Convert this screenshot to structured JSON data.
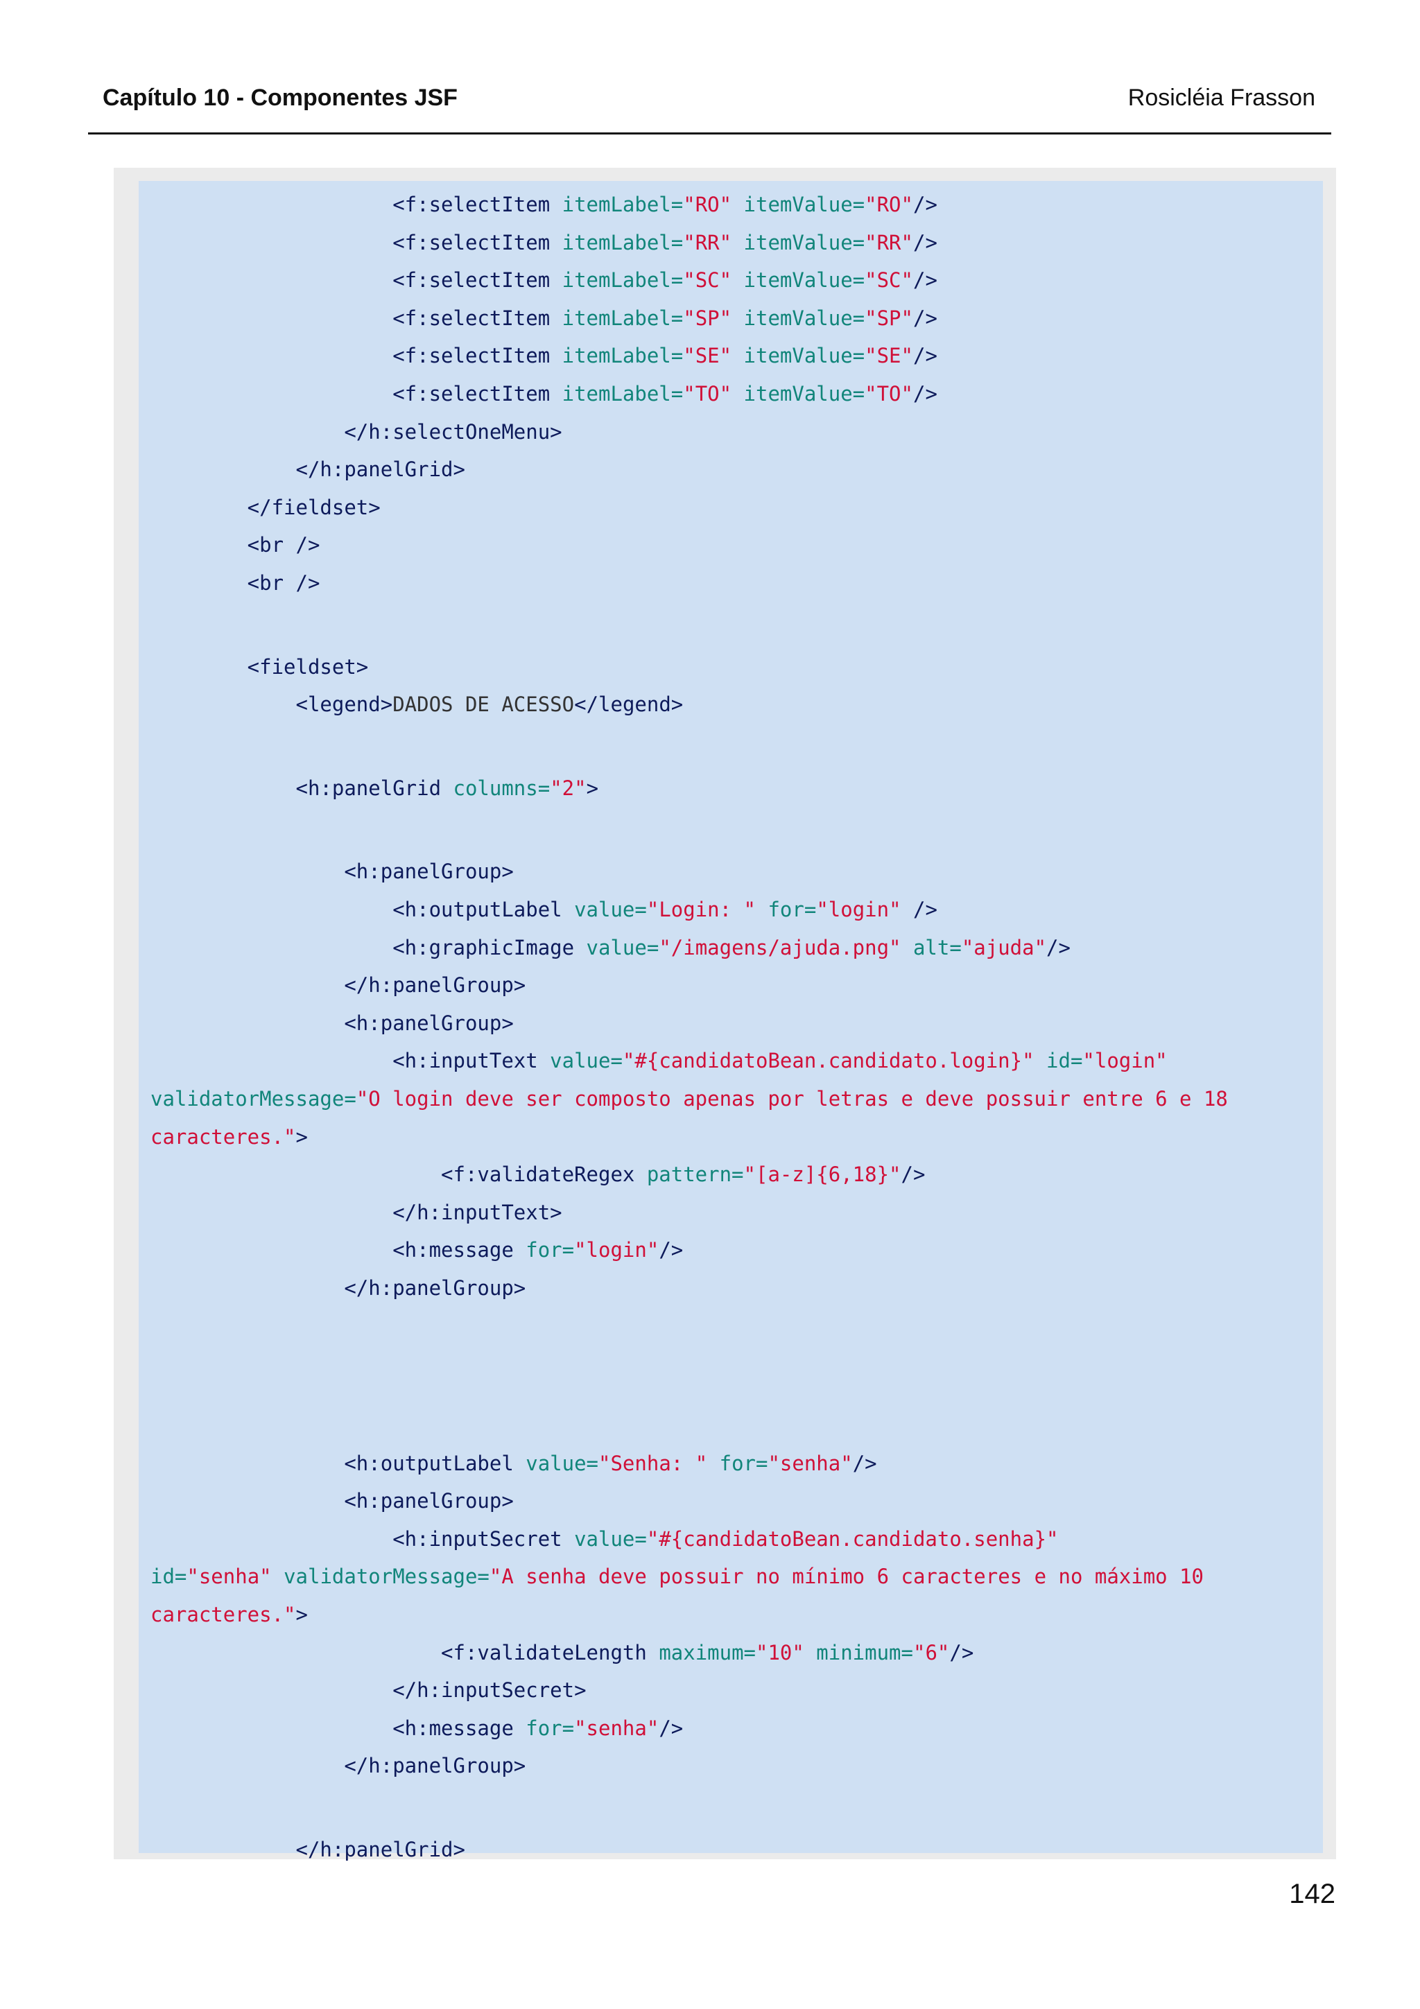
{
  "header": {
    "title": "Capítulo 10 - Componentes JSF",
    "author": "Rosicléia Frasson"
  },
  "code": [
    [
      {
        "t": "t",
        "v": "                    <f:selectItem "
      },
      {
        "t": "a",
        "v": "itemLabel="
      },
      {
        "t": "s",
        "v": "\"RO\""
      },
      {
        "t": "a",
        "v": " itemValue="
      },
      {
        "t": "s",
        "v": "\"RO\""
      },
      {
        "t": "t",
        "v": "/>"
      }
    ],
    [
      {
        "t": "t",
        "v": "                    <f:selectItem "
      },
      {
        "t": "a",
        "v": "itemLabel="
      },
      {
        "t": "s",
        "v": "\"RR\""
      },
      {
        "t": "a",
        "v": " itemValue="
      },
      {
        "t": "s",
        "v": "\"RR\""
      },
      {
        "t": "t",
        "v": "/>"
      }
    ],
    [
      {
        "t": "t",
        "v": "                    <f:selectItem "
      },
      {
        "t": "a",
        "v": "itemLabel="
      },
      {
        "t": "s",
        "v": "\"SC\""
      },
      {
        "t": "a",
        "v": " itemValue="
      },
      {
        "t": "s",
        "v": "\"SC\""
      },
      {
        "t": "t",
        "v": "/>"
      }
    ],
    [
      {
        "t": "t",
        "v": "                    <f:selectItem "
      },
      {
        "t": "a",
        "v": "itemLabel="
      },
      {
        "t": "s",
        "v": "\"SP\""
      },
      {
        "t": "a",
        "v": " itemValue="
      },
      {
        "t": "s",
        "v": "\"SP\""
      },
      {
        "t": "t",
        "v": "/>"
      }
    ],
    [
      {
        "t": "t",
        "v": "                    <f:selectItem "
      },
      {
        "t": "a",
        "v": "itemLabel="
      },
      {
        "t": "s",
        "v": "\"SE\""
      },
      {
        "t": "a",
        "v": " itemValue="
      },
      {
        "t": "s",
        "v": "\"SE\""
      },
      {
        "t": "t",
        "v": "/>"
      }
    ],
    [
      {
        "t": "t",
        "v": "                    <f:selectItem "
      },
      {
        "t": "a",
        "v": "itemLabel="
      },
      {
        "t": "s",
        "v": "\"TO\""
      },
      {
        "t": "a",
        "v": " itemValue="
      },
      {
        "t": "s",
        "v": "\"TO\""
      },
      {
        "t": "t",
        "v": "/>"
      }
    ],
    [
      {
        "t": "t",
        "v": "                </h:selectOneMenu>"
      }
    ],
    [
      {
        "t": "t",
        "v": "            </h:panelGrid>"
      }
    ],
    [
      {
        "t": "t",
        "v": "        </fieldset>"
      }
    ],
    [
      {
        "t": "t",
        "v": "        <br />"
      }
    ],
    [
      {
        "t": "t",
        "v": "        <br />"
      }
    ],
    [],
    [
      {
        "t": "t",
        "v": "        <fieldset>"
      }
    ],
    [
      {
        "t": "t",
        "v": "            <legend>"
      },
      {
        "t": "x",
        "v": "DADOS DE ACESSO"
      },
      {
        "t": "t",
        "v": "</legend>"
      }
    ],
    [],
    [
      {
        "t": "t",
        "v": "            <h:panelGrid "
      },
      {
        "t": "a",
        "v": "columns="
      },
      {
        "t": "s",
        "v": "\"2\""
      },
      {
        "t": "t",
        "v": ">"
      }
    ],
    [],
    [
      {
        "t": "t",
        "v": "                <h:panelGroup>"
      }
    ],
    [
      {
        "t": "t",
        "v": "                    <h:outputLabel "
      },
      {
        "t": "a",
        "v": "value="
      },
      {
        "t": "s",
        "v": "\"Login: \""
      },
      {
        "t": "a",
        "v": " for="
      },
      {
        "t": "s",
        "v": "\"login\""
      },
      {
        "t": "t",
        "v": " />"
      }
    ],
    [
      {
        "t": "t",
        "v": "                    <h:graphicImage "
      },
      {
        "t": "a",
        "v": "value="
      },
      {
        "t": "s",
        "v": "\"/imagens/ajuda.png\""
      },
      {
        "t": "a",
        "v": " alt="
      },
      {
        "t": "s",
        "v": "\"ajuda\""
      },
      {
        "t": "t",
        "v": "/>"
      }
    ],
    [
      {
        "t": "t",
        "v": "                </h:panelGroup>"
      }
    ],
    [
      {
        "t": "t",
        "v": "                <h:panelGroup>"
      }
    ],
    [
      {
        "t": "t",
        "v": "                    <h:inputText "
      },
      {
        "t": "a",
        "v": "value="
      },
      {
        "t": "s",
        "v": "\"#{candidatoBean.candidato.login}\""
      },
      {
        "t": "a",
        "v": " id="
      },
      {
        "t": "s",
        "v": "\"login\""
      }
    ],
    [
      {
        "t": "a",
        "v": "validatorMessage="
      },
      {
        "t": "s",
        "v": "\"O login deve ser composto apenas por letras e deve possuir entre 6 e 18"
      }
    ],
    [
      {
        "t": "s",
        "v": "caracteres.\""
      },
      {
        "t": "t",
        "v": ">"
      }
    ],
    [
      {
        "t": "t",
        "v": "                        <f:validateRegex "
      },
      {
        "t": "a",
        "v": "pattern="
      },
      {
        "t": "s",
        "v": "\"[a-z]{6,18}\""
      },
      {
        "t": "t",
        "v": "/>"
      }
    ],
    [
      {
        "t": "t",
        "v": "                    </h:inputText>"
      }
    ],
    [
      {
        "t": "t",
        "v": "                    <h:message "
      },
      {
        "t": "a",
        "v": "for="
      },
      {
        "t": "s",
        "v": "\"login\""
      },
      {
        "t": "t",
        "v": "/>"
      }
    ],
    [
      {
        "t": "t",
        "v": "                </h:panelGroup>"
      }
    ],
    [],
    [],
    [],
    [
      {
        "t": "t",
        "v": "                <h:outputLabel "
      },
      {
        "t": "a",
        "v": "value="
      },
      {
        "t": "s",
        "v": "\"Senha: \""
      },
      {
        "t": "a",
        "v": " for="
      },
      {
        "t": "s",
        "v": "\"senha\""
      },
      {
        "t": "t",
        "v": "/>"
      }
    ],
    [
      {
        "t": "t",
        "v": "                <h:panelGroup>"
      }
    ],
    [
      {
        "t": "t",
        "v": "                    <h:inputSecret "
      },
      {
        "t": "a",
        "v": "value="
      },
      {
        "t": "s",
        "v": "\"#{candidatoBean.candidato.senha}\""
      }
    ],
    [
      {
        "t": "a",
        "v": "id="
      },
      {
        "t": "s",
        "v": "\"senha\""
      },
      {
        "t": "a",
        "v": " validatorMessage="
      },
      {
        "t": "s",
        "v": "\"A senha deve possuir no mínimo 6 caracteres e no máximo 10"
      }
    ],
    [
      {
        "t": "s",
        "v": "caracteres.\""
      },
      {
        "t": "t",
        "v": ">"
      }
    ],
    [
      {
        "t": "t",
        "v": "                        <f:validateLength "
      },
      {
        "t": "a",
        "v": "maximum="
      },
      {
        "t": "s",
        "v": "\"10\""
      },
      {
        "t": "a",
        "v": " minimum="
      },
      {
        "t": "s",
        "v": "\"6\""
      },
      {
        "t": "t",
        "v": "/>"
      }
    ],
    [
      {
        "t": "t",
        "v": "                    </h:inputSecret>"
      }
    ],
    [
      {
        "t": "t",
        "v": "                    <h:message "
      },
      {
        "t": "a",
        "v": "for="
      },
      {
        "t": "s",
        "v": "\"senha\""
      },
      {
        "t": "t",
        "v": "/>"
      }
    ],
    [
      {
        "t": "t",
        "v": "                </h:panelGroup>"
      }
    ],
    [],
    [
      {
        "t": "t",
        "v": "            </h:panelGrid>"
      }
    ]
  ],
  "page_number": "142"
}
